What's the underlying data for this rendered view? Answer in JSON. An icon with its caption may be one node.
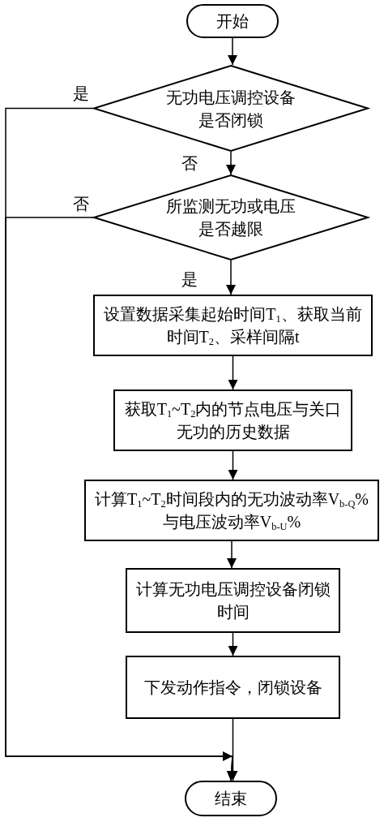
{
  "diagram": {
    "nodes": [
      {
        "text": [
          "开始"
        ]
      },
      {
        "text": [
          "无功电压调控设备是否闭锁"
        ]
      },
      {
        "text": [
          "所监测无功或电压是否越限"
        ]
      },
      {
        "text": [
          "设置数据采集起始时间T$_{1}$、获取当前时间T$_{2}$、采样间隔t"
        ]
      },
      {
        "text": [
          "获取T$_{1}$~T$_{2}$内的节点电压与关口无功的历史数据"
        ]
      },
      {
        "text": [
          "计算T$_{1}$~T$_{2}$时间段内的无功波动率V$_{b-Q}$%与电压波动率V$_{b-U}$%"
        ]
      },
      {
        "text": [
          "计算无功电压调控设备闭锁时间"
        ]
      },
      {
        "text": [
          "下发动作指令，闭锁设备"
        ]
      },
      {
        "text": [
          "结束"
        ]
      }
    ],
    "edges": [
      {
        "from": 0,
        "to": 1,
        "arrow": "to"
      },
      {
        "from": 1,
        "to": 8,
        "arrow": "to",
        "label": "是"
      },
      {
        "from": 1,
        "to": 2,
        "arrow": "to",
        "label": "否"
      },
      {
        "from": 2,
        "to": 8,
        "arrow": "to",
        "label": "否"
      },
      {
        "from": 2,
        "to": 3,
        "arrow": "to",
        "label": "是"
      },
      {
        "from": 3,
        "to": 4,
        "arrow": "to"
      },
      {
        "from": 4,
        "to": 5,
        "arrow": "to"
      },
      {
        "from": 5,
        "to": 6,
        "arrow": "to"
      },
      {
        "from": 6,
        "to": 7,
        "arrow": "to"
      },
      {
        "from": 7,
        "to": 8,
        "arrow": "to"
      }
    ]
  }
}
